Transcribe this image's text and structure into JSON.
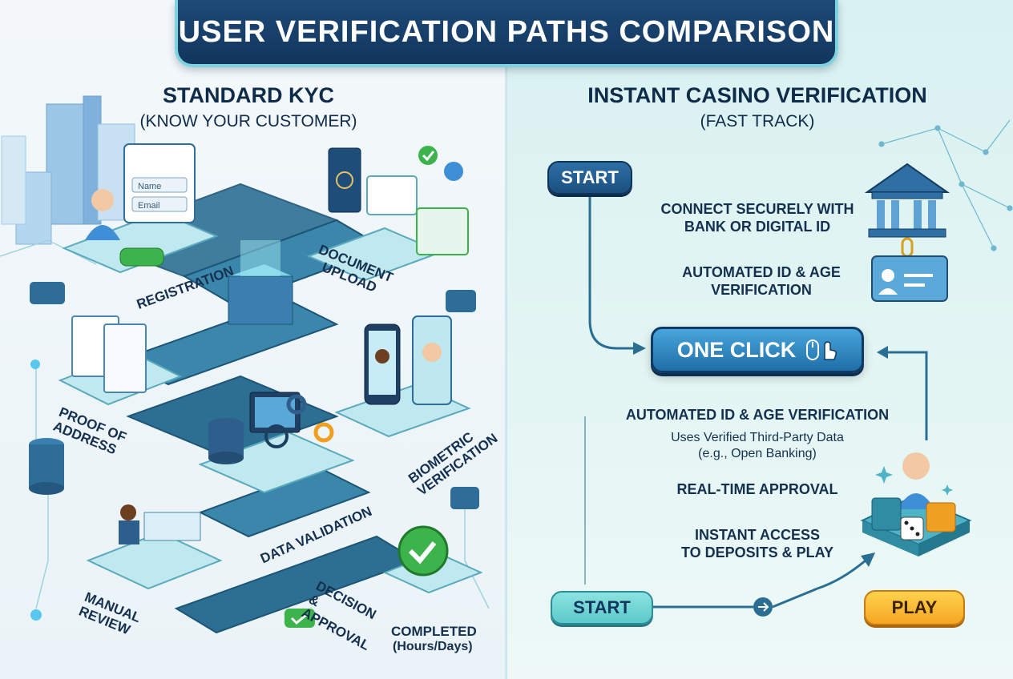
{
  "title": "USER VERIFICATION PATHS COMPARISON",
  "left_panel": {
    "heading": "STANDARD KYC",
    "subheading": "(KNOW YOUR CUSTOMER)",
    "steps": {
      "registration": "REGISTRATION",
      "document_upload": "DOCUMENT UPLOAD",
      "proof_of_address": "PROOF OF ADDRESS",
      "biometric_verification": "BIOMETRIC VERIFICATION",
      "data_validation": "DATA VALIDATION",
      "manual_review": "MANUAL REVIEW",
      "decision_approval": "DECISION & APPROVAL",
      "completed": "COMPLETED",
      "completed_time": "(Hours/Days)"
    },
    "form_fields": {
      "name": "Name",
      "email": "Email"
    }
  },
  "right_panel": {
    "heading": "INSTANT CASINO VERIFICATION",
    "subheading": "(FAST TRACK)",
    "start_top": "START",
    "connect_label_line1": "CONNECT SECURELY WITH",
    "connect_label_line2": "BANK OR DIGITAL ID",
    "auto_id_label_line1": "AUTOMATED ID & AGE",
    "auto_id_label_line2": "VERIFICATION",
    "one_click": "ONE CLICK",
    "auto_id_full": "AUTOMATED ID & AGE VERIFICATION",
    "uses_data_line1": "Uses Verified Third-Party Data",
    "uses_data_line2": "(e.g., Open Banking)",
    "real_time": "REAL-TIME APPROVAL",
    "instant_access_line1": "INSTANT ACCESS",
    "instant_access_line2": "TO DEPOSITS & PLAY",
    "start_bottom": "START",
    "play": "PLAY"
  },
  "colors": {
    "banner": "#12365d",
    "accent_teal": "#5cc9c9",
    "button_blue": "#1f6ea8",
    "play_orange": "#f5a623",
    "check_green": "#3cb44b"
  },
  "icons": {
    "bank": "bank-icon",
    "id_card": "id-card-icon",
    "mouse": "mouse-icon",
    "hand_pointer": "hand-pointer-icon",
    "checkmark": "checkmark-icon",
    "user": "user-icon",
    "database": "database-icon",
    "gear": "gear-icon",
    "magnifier": "magnifier-icon",
    "passport": "passport-icon",
    "document": "document-icon",
    "casino_chips": "casino-chips-icon",
    "dice": "dice-icon"
  }
}
